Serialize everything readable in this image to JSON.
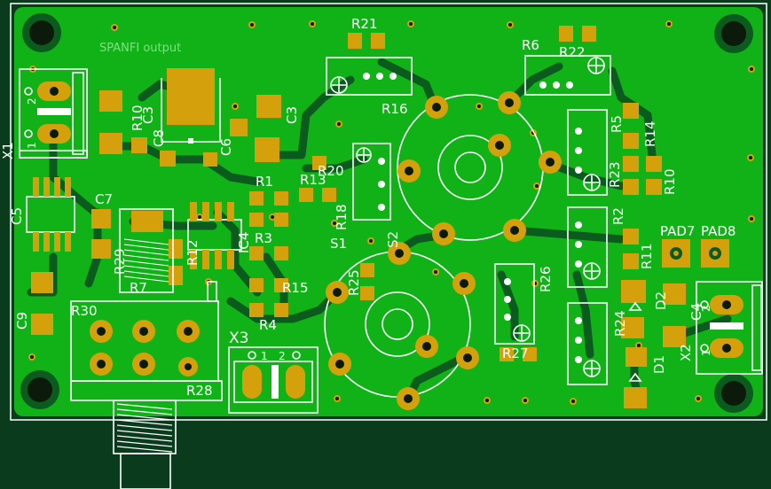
{
  "board": {
    "colors": {
      "background": "#0a3b1c",
      "copper": "#10b218",
      "copper_dark": "#0b5a1e",
      "silkscreen": "#ffffff",
      "pad": "#d4a10c",
      "hole": "#0c1a0c"
    },
    "note_text": "SPANFI output",
    "labels": {
      "X1": "X1",
      "C5": "C5",
      "C7": "C7",
      "C9": "C9",
      "R30": "R30",
      "R28": "R28",
      "R29": "R29",
      "R7": "R7",
      "R12": "R12",
      "IC4": "IC4",
      "R3": "R3",
      "R1": "R1",
      "R13": "R13",
      "R4": "R4",
      "R15": "R15",
      "R10a": "R10",
      "C3a": "C3",
      "C8": "C8",
      "C6": "C6",
      "C3b": "C3",
      "R21": "R21",
      "R16": "R16",
      "R6": "R6",
      "R22": "R22",
      "R5": "R5",
      "R14": "R14",
      "R23": "R23",
      "R10b": "R10",
      "R20": "R20",
      "R18": "R18",
      "S1": "S1",
      "S2": "S2",
      "R25": "R25",
      "R26": "R26",
      "R27": "R27",
      "R2": "R2",
      "R11": "R11",
      "R24": "R24",
      "PAD7": "PAD7",
      "PAD8": "PAD8",
      "D2": "D2",
      "D1": "D1",
      "C4": "C4",
      "X2": "X2",
      "X3": "X3",
      "pin_1": "1",
      "pin_2": "2"
    }
  }
}
